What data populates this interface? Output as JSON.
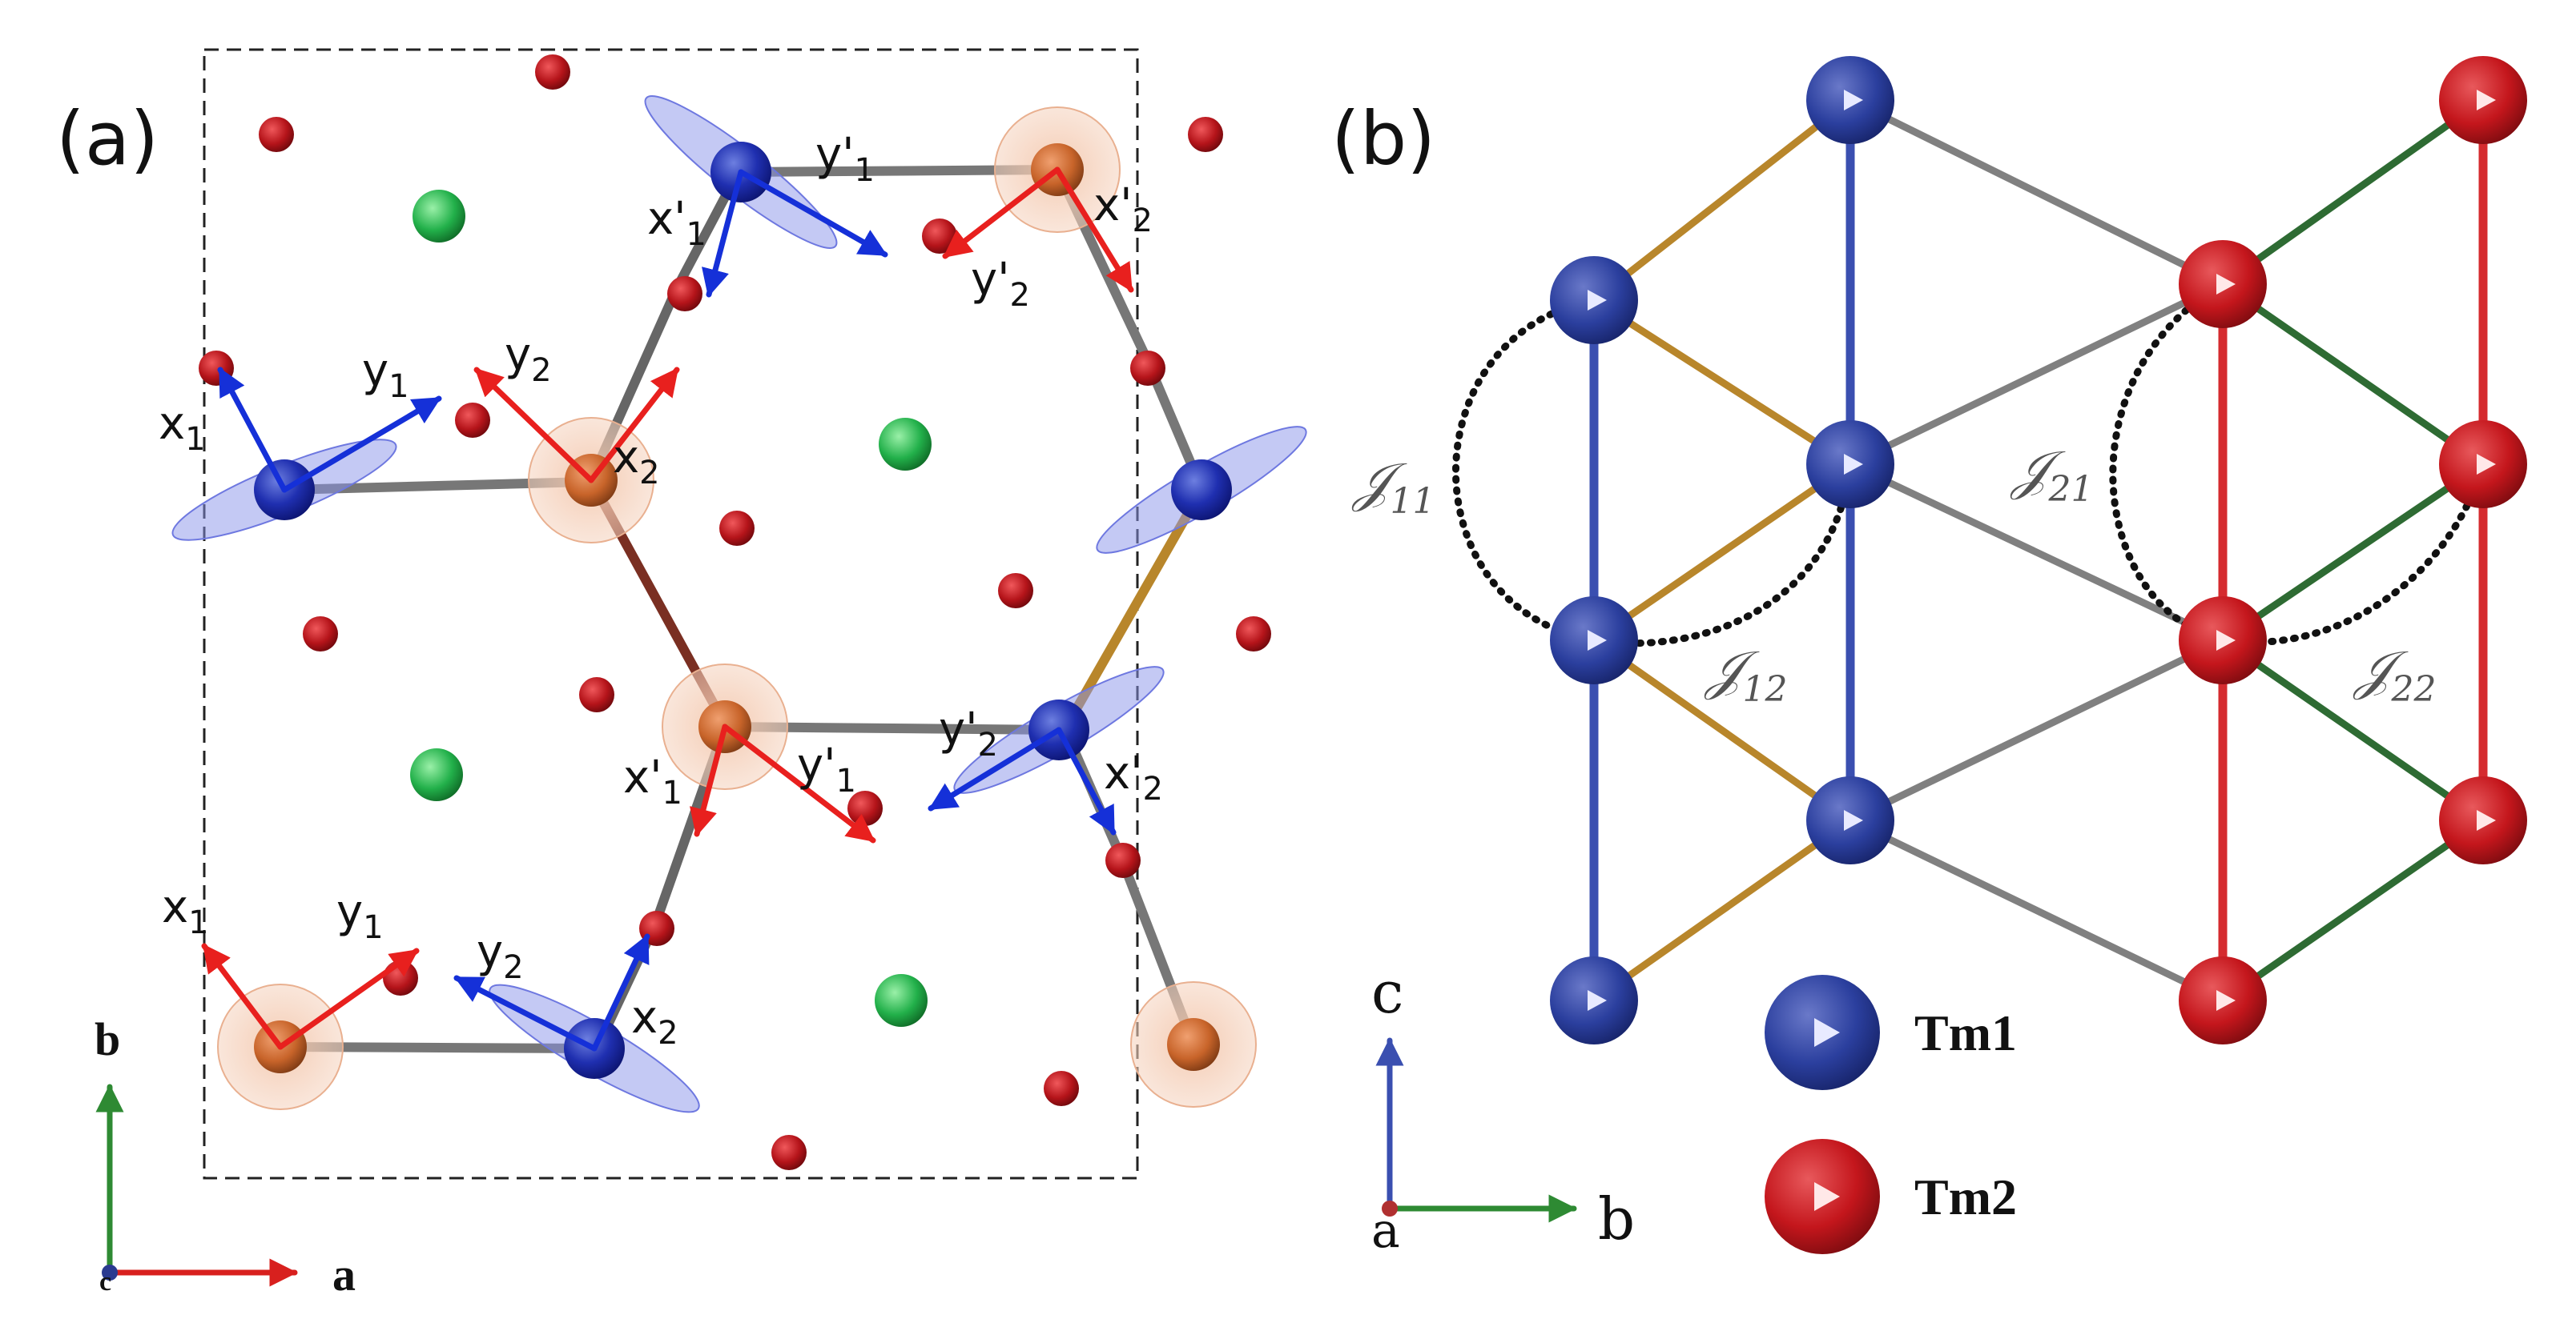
{
  "panel_a": {
    "label": "(a)",
    "axis_b": "b",
    "axis_a": "a",
    "axis_c": "c",
    "frame_labels": [
      {
        "base": "x",
        "prime": "",
        "sub": "1"
      },
      {
        "base": "y",
        "prime": "",
        "sub": "1"
      },
      {
        "base": "y",
        "prime": "",
        "sub": "2"
      },
      {
        "base": "x",
        "prime": "",
        "sub": "2"
      },
      {
        "base": "x",
        "prime": "'",
        "sub": "1"
      },
      {
        "base": "y",
        "prime": "'",
        "sub": "1"
      },
      {
        "base": "y",
        "prime": "'",
        "sub": "2"
      },
      {
        "base": "x",
        "prime": "'",
        "sub": "2"
      },
      {
        "base": "y",
        "prime": "'",
        "sub": "2"
      },
      {
        "base": "x",
        "prime": "'",
        "sub": "2"
      },
      {
        "base": "x",
        "prime": "'",
        "sub": "1"
      },
      {
        "base": "y",
        "prime": "'",
        "sub": "1"
      },
      {
        "base": "x",
        "prime": "",
        "sub": "1"
      },
      {
        "base": "y",
        "prime": "",
        "sub": "1"
      },
      {
        "base": "y",
        "prime": "",
        "sub": "2"
      },
      {
        "base": "x",
        "prime": "",
        "sub": "2"
      }
    ]
  },
  "panel_b": {
    "label": "(b)",
    "couplings": [
      {
        "base": "𝒥",
        "sub": "11"
      },
      {
        "base": "𝒥",
        "sub": "12"
      },
      {
        "base": "𝒥",
        "sub": "21"
      },
      {
        "base": "𝒥",
        "sub": "22"
      }
    ],
    "axis_c": "c",
    "axis_b": "b",
    "axis_a": "a",
    "legend": [
      {
        "name": "Tm1",
        "color": "#2b3f9e"
      },
      {
        "name": "Tm2",
        "color": "#c4161c"
      }
    ]
  },
  "colors": {
    "tm1": "#2b3f9e",
    "tm2": "#c4161c",
    "orange_atom": "#c8642a",
    "green_atom": "#22b04a",
    "red_small": "#b5141a",
    "bond_gray": "#777777",
    "bond_gold": "#b8862b",
    "bond_green": "#2e6b33",
    "arrow_red": "#e8201e",
    "arrow_blue": "#1530d8"
  }
}
